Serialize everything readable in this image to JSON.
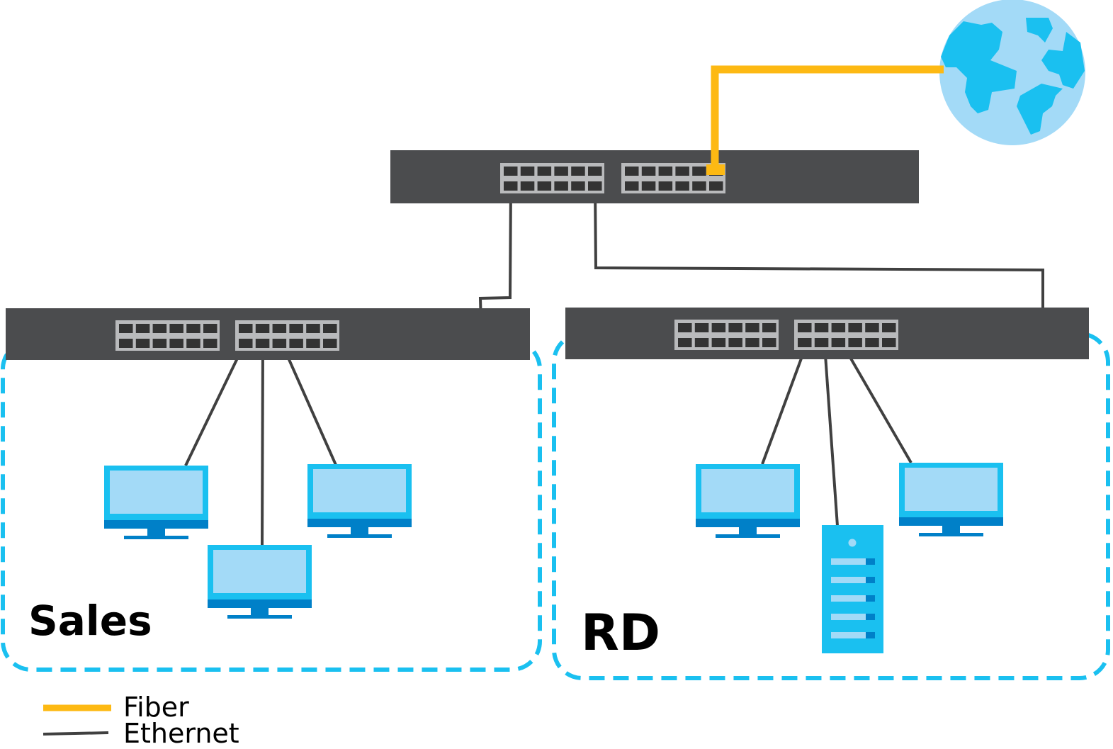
{
  "groups": {
    "sales": {
      "label": "Sales"
    },
    "rd": {
      "label": "RD"
    }
  },
  "legend": [
    {
      "label": "Fiber",
      "color": "#FDB913"
    },
    {
      "label": "Ethernet",
      "color": "#404040"
    }
  ],
  "colors": {
    "switch": "#4b4c4e",
    "port_panel": "#b9babc",
    "port": "#333333",
    "group_border": "#1ac0f0",
    "device_light": "#a3daf7",
    "device_mid": "#1ac0f0",
    "device_dark": "#0080c8"
  },
  "icons": [
    "globe-icon",
    "switch-icon",
    "monitor-icon",
    "server-icon"
  ]
}
